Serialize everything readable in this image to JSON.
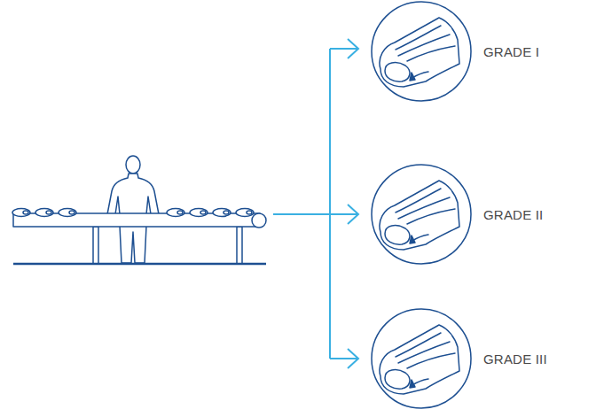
{
  "diagram": {
    "nodes": [
      {
        "text": [
          "GRADE I"
        ]
      },
      {
        "text": [
          "GRADE II"
        ]
      },
      {
        "text": [
          "GRADE III"
        ]
      }
    ]
  }
}
